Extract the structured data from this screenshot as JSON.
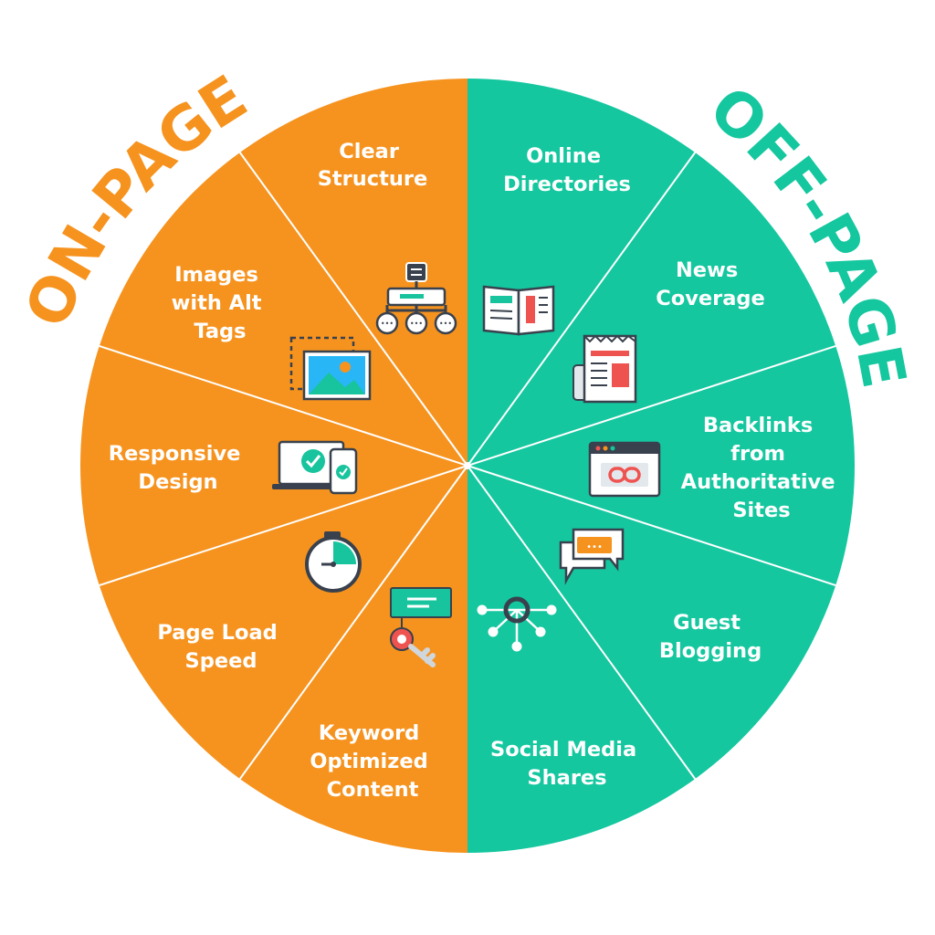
{
  "colors": {
    "on_page": "#f6931f",
    "off_page": "#14c79f",
    "white": "#ffffff",
    "dark": "#38414d",
    "icon_teal": "#18c49d",
    "icon_orange": "#f6931f",
    "icon_red": "#ef5350"
  },
  "titles": {
    "on_page": "ON-PAGE",
    "off_page": "OFF-PAGE"
  },
  "on_page_segments": [
    {
      "lines": [
        "Clear",
        "Structure"
      ],
      "icon": "sitemap-icon"
    },
    {
      "lines": [
        "Images",
        "with Alt",
        "Tags"
      ],
      "icon": "image-icon"
    },
    {
      "lines": [
        "Responsive",
        "Design"
      ],
      "icon": "responsive-devices-icon"
    },
    {
      "lines": [
        "Page Load",
        "Speed"
      ],
      "icon": "stopwatch-icon"
    },
    {
      "lines": [
        "Keyword",
        "Optimized",
        "Content"
      ],
      "icon": "keyword-key-icon"
    }
  ],
  "off_page_segments": [
    {
      "lines": [
        "Online",
        "Directories"
      ],
      "icon": "open-book-icon"
    },
    {
      "lines": [
        "News",
        "Coverage"
      ],
      "icon": "newspaper-icon"
    },
    {
      "lines": [
        "Backlinks",
        "from",
        "Authoritative",
        "Sites"
      ],
      "icon": "browser-link-icon"
    },
    {
      "lines": [
        "Guest",
        "Blogging"
      ],
      "icon": "chat-bubbles-icon"
    },
    {
      "lines": [
        "Social Media",
        "Shares"
      ],
      "icon": "network-icon"
    }
  ]
}
